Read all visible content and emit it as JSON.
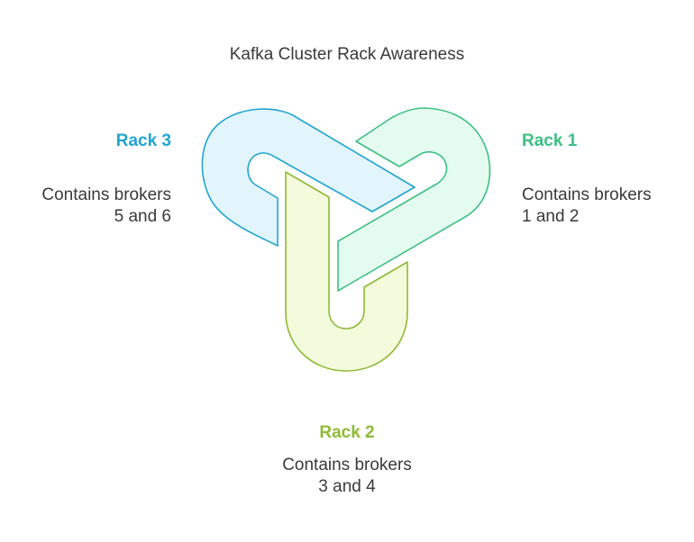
{
  "title": "Kafka Cluster Rack Awareness",
  "racks": [
    {
      "name": "Rack 1",
      "description_line1": "Contains brokers",
      "description_line2": "1 and 2",
      "color": "#3dbf83",
      "fill": "#e4fcef"
    },
    {
      "name": "Rack 2",
      "description_line1": "Contains brokers",
      "description_line2": "3 and 4",
      "color": "#8dbb35",
      "fill": "#f3fbdc"
    },
    {
      "name": "Rack 3",
      "description_line1": "Contains brokers",
      "description_line2": "5 and 6",
      "color": "#1fa5d2",
      "fill": "#e3f5fc"
    }
  ]
}
